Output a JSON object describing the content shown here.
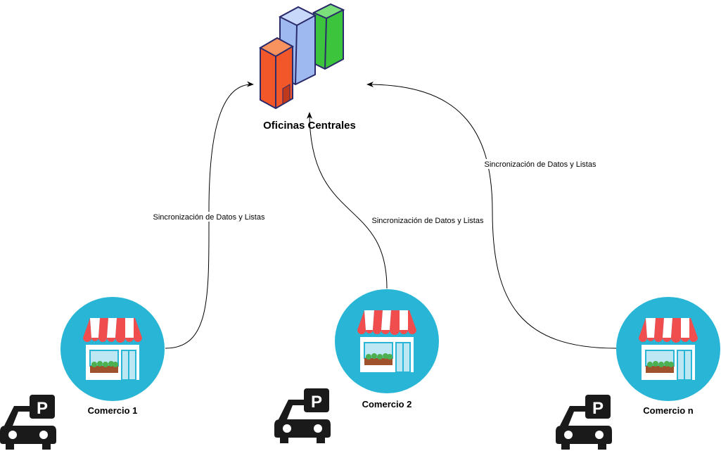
{
  "headquarters": {
    "label": "Oficinas Centrales",
    "icon": "office-buildings-icon"
  },
  "stores": [
    {
      "label": "Comercio 1",
      "icon": "storefront-icon"
    },
    {
      "label": "Comercio 2",
      "icon": "storefront-icon"
    },
    {
      "label": "Comercio n",
      "icon": "storefront-icon"
    }
  ],
  "edges": [
    {
      "label": "Sincronización de Datos y Listas"
    },
    {
      "label": "Sincronización de Datos y Listas"
    },
    {
      "label": "Sincronización de Datos y Listas"
    }
  ],
  "parking_icons": [
    "car-parking-icon",
    "car-parking-icon",
    "car-parking-icon"
  ],
  "colors": {
    "store_circle": "#29B6D6",
    "awning_red": "#F04E4E",
    "building_orange": "#F2572A",
    "building_blue": "#9DB9F0",
    "building_green": "#3CC43C",
    "car": "#1A1A1A"
  }
}
